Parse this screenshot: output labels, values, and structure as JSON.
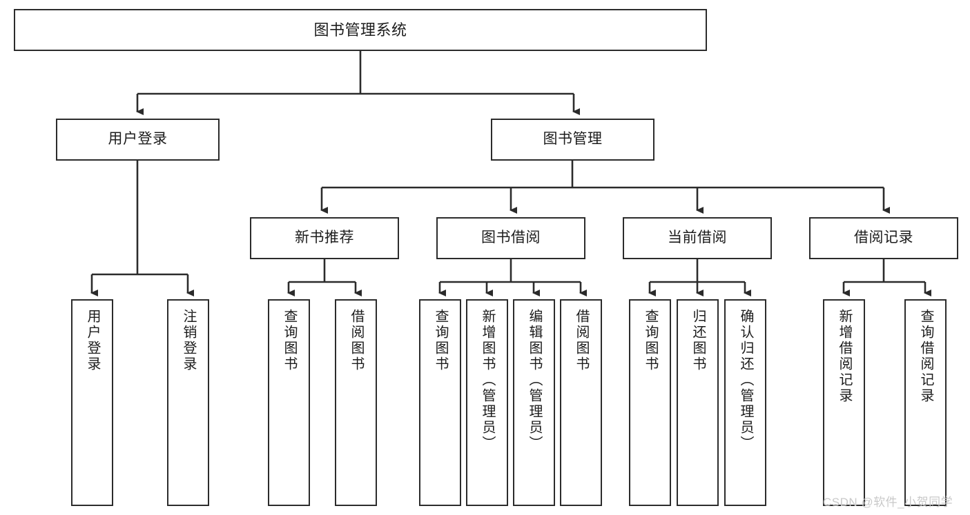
{
  "diagram": {
    "type": "tree-flowchart",
    "title": "图书管理系统",
    "watermark": "CSDN @软件_小贺同学",
    "colors": {
      "box_border": "#2b2b2b",
      "box_fill": "#ffffff",
      "connector": "#2b2b2b",
      "text": "#1c1c1c",
      "watermark": "#c9c9c9"
    },
    "nodes": {
      "root": {
        "label": "图书管理系统"
      },
      "level2": [
        {
          "id": "user-login",
          "label": "用户登录"
        },
        {
          "id": "book-manage",
          "label": "图书管理"
        }
      ],
      "level3": [
        {
          "id": "new-book-recommend",
          "label": "新书推荐"
        },
        {
          "id": "book-borrow",
          "label": "图书借阅"
        },
        {
          "id": "current-borrow",
          "label": "当前借阅"
        },
        {
          "id": "borrow-record",
          "label": "借阅记录"
        }
      ],
      "leaves": [
        {
          "id": "leaf-user-login",
          "label": "用户登录",
          "parent": "user-login"
        },
        {
          "id": "leaf-user-logout",
          "label": "注销登录",
          "parent": "user-login"
        },
        {
          "id": "leaf-query-book-1",
          "label": "查询图书",
          "parent": "new-book-recommend"
        },
        {
          "id": "leaf-borrow-book-1",
          "label": "借阅图书",
          "parent": "new-book-recommend"
        },
        {
          "id": "leaf-query-book-2",
          "label": "查询图书",
          "parent": "book-borrow"
        },
        {
          "id": "leaf-add-book",
          "label": "新增图书（管理员）",
          "parent": "book-borrow"
        },
        {
          "id": "leaf-edit-book",
          "label": "编辑图书（管理员）",
          "parent": "book-borrow"
        },
        {
          "id": "leaf-borrow-book-2",
          "label": "借阅图书",
          "parent": "book-borrow"
        },
        {
          "id": "leaf-query-book-3",
          "label": "查询图书",
          "parent": "current-borrow"
        },
        {
          "id": "leaf-return-book",
          "label": "归还图书",
          "parent": "current-borrow"
        },
        {
          "id": "leaf-confirm-return",
          "label": "确认归还（管理员）",
          "parent": "current-borrow"
        },
        {
          "id": "leaf-add-record",
          "label": "新增借阅记录",
          "parent": "borrow-record"
        },
        {
          "id": "leaf-query-record",
          "label": "查询借阅记录",
          "parent": "borrow-record"
        }
      ]
    }
  }
}
